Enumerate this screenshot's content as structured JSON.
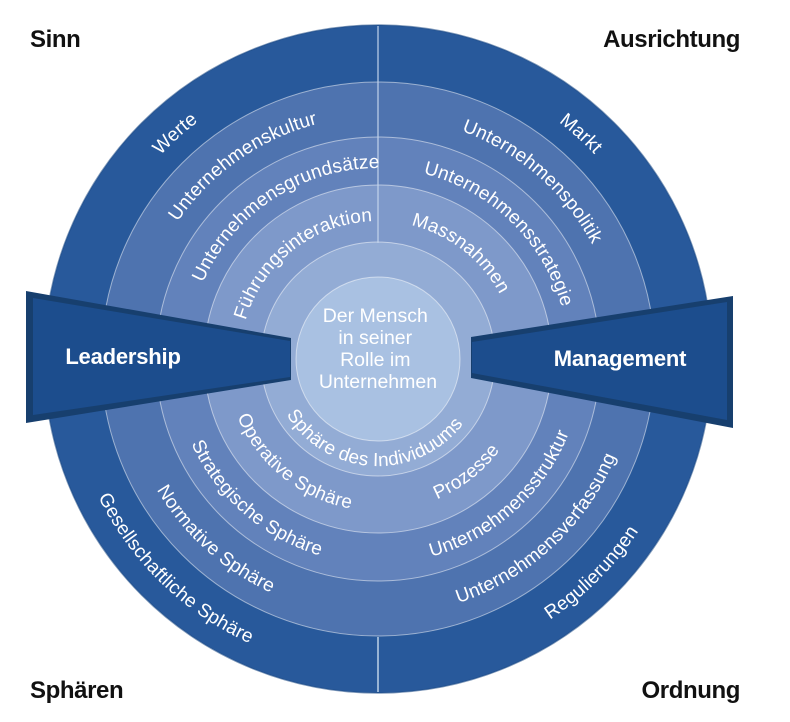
{
  "corner_labels": {
    "top_left": "Sinn",
    "top_right": "Ausrichtung",
    "bottom_left": "Sphären",
    "bottom_right": "Ordnung"
  },
  "wedges": {
    "left_label": "Leadership",
    "right_label": "Management"
  },
  "center_circle": {
    "lines": [
      "Der Mensch",
      "in seiner",
      "Rolle im",
      "Unternehmen"
    ]
  },
  "ring_labels": {
    "top_left": [
      "Werte",
      "Unternehmenskultur",
      "Unternehmensgrundsätze",
      "Führungsinteraktion"
    ],
    "top_right": [
      "Markt",
      "Unternehmenspolitik",
      "Unternehmensstrategie",
      "Massnahmen"
    ],
    "bottom_left": [
      "Gesellschaftliche Sphäre",
      "Normative Sphäre",
      "Strategische Sphäre",
      "Operative Sphäre"
    ],
    "bottom_right": [
      "Regulierungen",
      "Unternehmensverfassung",
      "Unternehmensstruktur",
      "Prozesse"
    ],
    "individual_sphere": "Sphäre des Individuums"
  },
  "colors": {
    "ring_outer": "#28599B",
    "ring_2": "#4E73AF",
    "ring_3": "#6282BB",
    "ring_4": "#7E99CA",
    "ring_5": "#93ACD5",
    "center": "#A9C1E2",
    "wedge": "#1C4D8D",
    "wedge_shadow": "#173F6E",
    "label_text": "#FFFFFF",
    "corner_text": "#111111"
  }
}
